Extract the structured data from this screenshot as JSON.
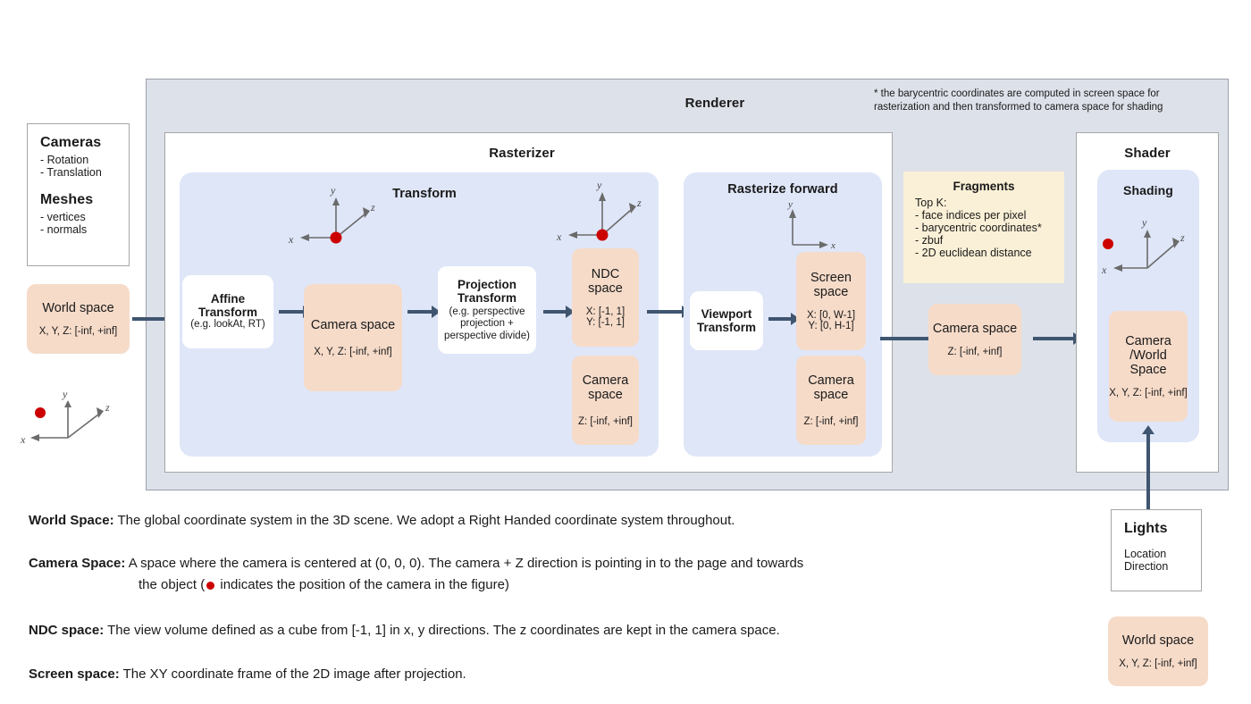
{
  "renderer": {
    "title": "Renderer",
    "footnote": "* the barycentric coordinates are computed in screen space for rasterization and then transformed to camera space for shading"
  },
  "inputs": {
    "cameras_title": "Cameras",
    "cameras_items": [
      "- Rotation",
      "- Translation"
    ],
    "meshes_title": "Meshes",
    "meshes_items": [
      "- vertices",
      "- normals"
    ],
    "world_space": {
      "title": "World space",
      "range": "X, Y, Z: [-inf, +inf]"
    }
  },
  "rasterizer": {
    "title": "Rasterizer",
    "transform": {
      "title": "Transform",
      "affine": {
        "title_l1": "Affine",
        "title_l2": "Transform",
        "sub": "(e.g. lookAt, RT)"
      },
      "camera_space": {
        "title": "Camera space",
        "range": "X, Y, Z: [-inf, +inf]"
      },
      "projection": {
        "title_l1": "Projection",
        "title_l2": "Transform",
        "sub": "(e.g. perspective projection + perspective divide)"
      },
      "ndc": {
        "title_l1": "NDC",
        "title_l2": "space",
        "range_x": "X: [-1, 1]",
        "range_y": "Y: [-1, 1]"
      },
      "camera_z": {
        "title_l1": "Camera",
        "title_l2": "space",
        "range": "Z: [-inf, +inf]"
      }
    },
    "rasterize_forward": {
      "title": "Rasterize forward",
      "viewport": {
        "title_l1": "Viewport",
        "title_l2": "Transform"
      },
      "screen": {
        "title_l1": "Screen",
        "title_l2": "space",
        "range_x": "X: [0, W-1]",
        "range_y": "Y: [0,  H-1]"
      },
      "camera_z": {
        "title_l1": "Camera",
        "title_l2": "space",
        "range": "Z: [-inf, +inf]"
      }
    }
  },
  "fragments": {
    "title": "Fragments",
    "topk": "Top K:",
    "items": [
      "- face indices per pixel",
      "- barycentric coordinates*",
      "- zbuf",
      "- 2D euclidean distance"
    ]
  },
  "mid_camera_space": {
    "title": "Camera space",
    "range": "Z: [-inf, +inf]"
  },
  "shader": {
    "title": "Shader",
    "shading_title": "Shading",
    "space": {
      "title_l1": "Camera",
      "title_l2": "/World",
      "title_l3": "Space",
      "range": "X, Y, Z: [-inf, +inf]"
    }
  },
  "lights": {
    "title": "Lights",
    "items": [
      "Location",
      "Direction"
    ]
  },
  "bottom_world_space": {
    "title": "World space",
    "range": "X, Y, Z: [-inf, +inf]"
  },
  "axis_labels": {
    "x": "x",
    "y": "y",
    "z": "z"
  },
  "legend": [
    {
      "term": "World Space:",
      "text": " The global coordinate system in the 3D scene. We adopt a Right Handed coordinate system throughout."
    },
    {
      "term": "Camera Space:",
      "text": " A space where the camera is centered at (0, 0, 0). The camera + Z direction is pointing in to the page and towards"
    },
    {
      "term": "",
      "text": "the object (",
      "text2": " indicates the position of the camera in the figure)"
    },
    {
      "term": "NDC space:",
      "text": " The view volume defined as a cube from [-1, 1] in x, y directions. The z coordinates are kept in the camera space."
    },
    {
      "term": "Screen space:",
      "text": " The XY coordinate frame of the 2D image after projection."
    }
  ],
  "colors": {
    "salmon": "#f6dbc9",
    "blue": "#dfe6f8",
    "yellow": "#faf0d7",
    "gray": "#dde1e9",
    "arrow": "#3f5570",
    "camera_dot": "#cc0000"
  }
}
